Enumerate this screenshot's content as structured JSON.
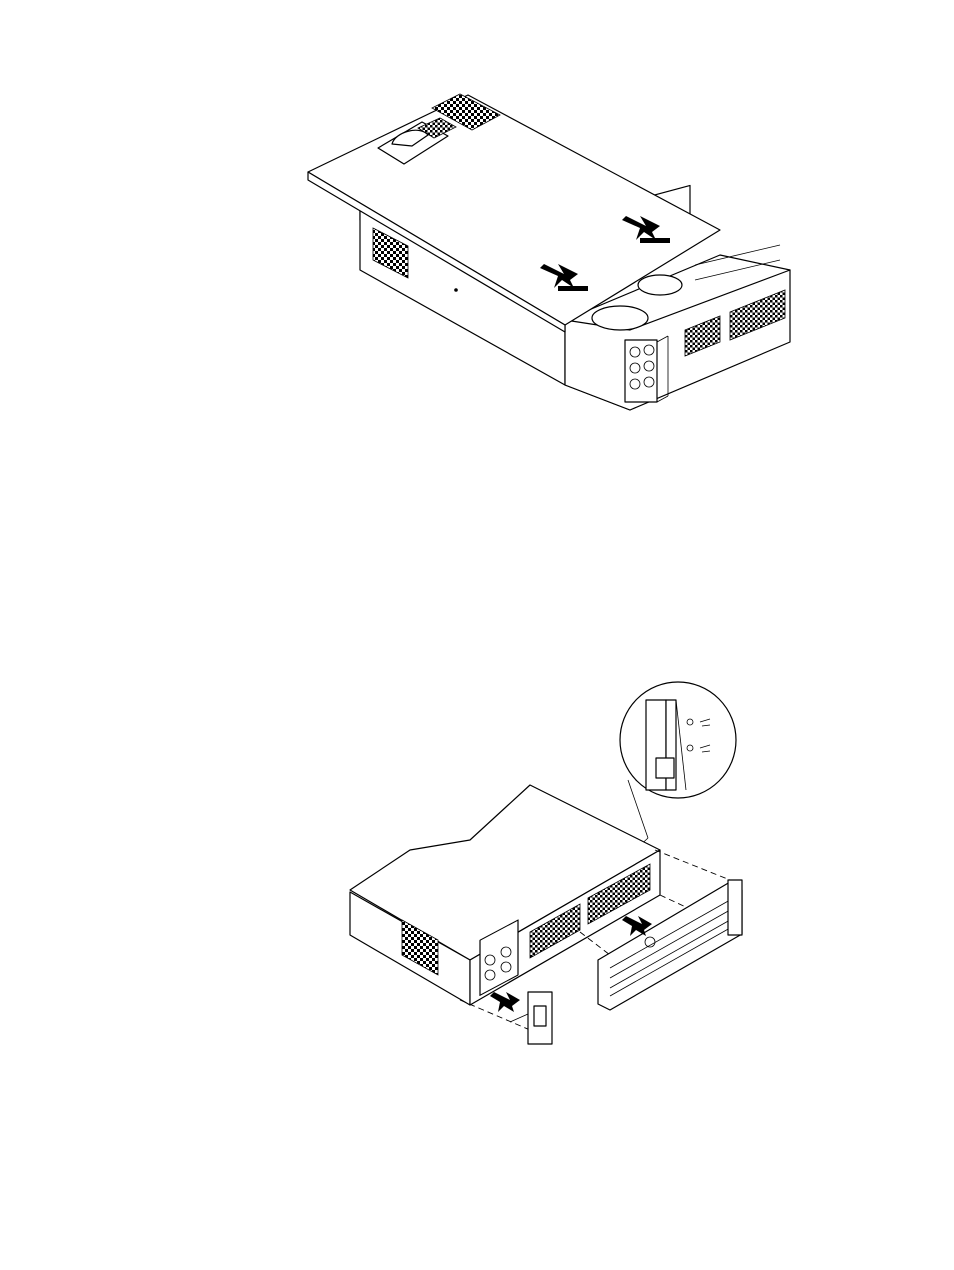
{
  "figures": [
    {
      "id": "figure-1",
      "subject": "top-cover-removal",
      "arrow_count": 2
    },
    {
      "id": "figure-2",
      "subject": "front-bezel-removal",
      "arrow_count": 2,
      "has_detail_callout": true
    }
  ],
  "colors": {
    "line": "#000000",
    "background": "#ffffff"
  }
}
